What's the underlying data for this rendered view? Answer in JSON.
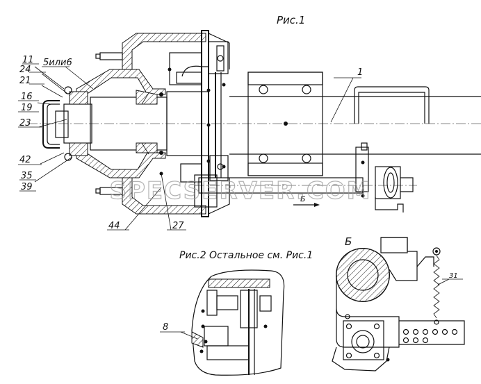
{
  "figures": {
    "fig1_title": "Рис.1",
    "fig2_title": "Рис.2 Остальное см. Рис.1",
    "view_b_label": "Б",
    "section_arrow_label": "Б"
  },
  "callouts": {
    "c11": "11",
    "c24": "24",
    "c5": "5или6",
    "c21": "21",
    "c16": "16",
    "c19": "19",
    "c23": "23",
    "c42": "42",
    "c35": "35",
    "c39": "39",
    "c44": "44",
    "c27": "27",
    "c1": "1",
    "c8": "8",
    "c31": "31"
  },
  "watermark": "SPECSERVER.COM"
}
